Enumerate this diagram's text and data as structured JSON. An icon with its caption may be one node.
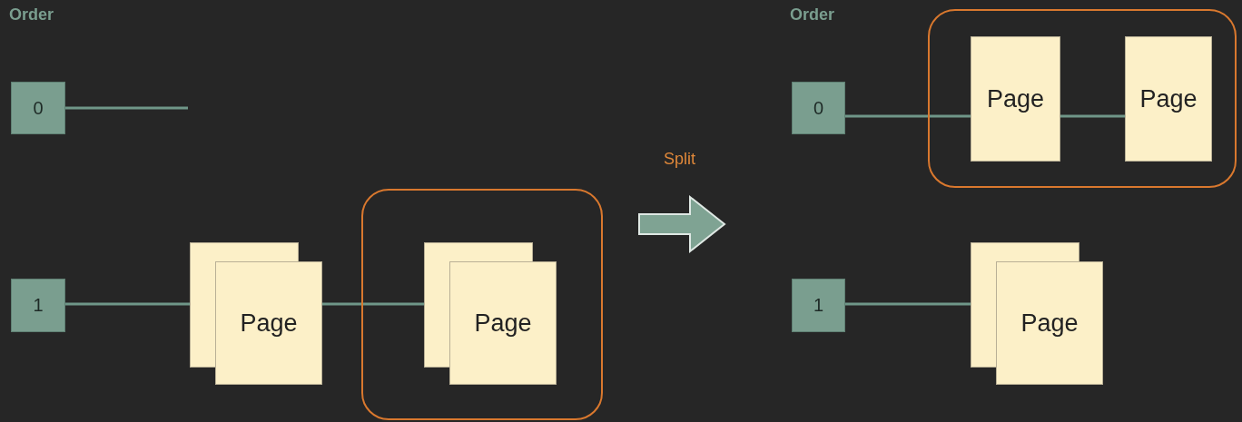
{
  "diagram": {
    "nodes": [
      {
        "text": [
          "0"
        ]
      },
      {
        "text": [
          "1"
        ]
      },
      {
        "text": [
          "Page"
        ]
      },
      {
        "text": [],
        "shape": "box"
      },
      {
        "text": [
          "Page"
        ],
        "in": 3
      },
      {
        "text": [
          "0"
        ]
      },
      {
        "text": [],
        "shape": "box"
      },
      {
        "text": [
          "Page"
        ],
        "in": 6
      },
      {
        "text": [
          "Page"
        ],
        "in": 6
      },
      {
        "text": [
          "1"
        ]
      },
      {
        "text": [
          "Page"
        ]
      }
    ],
    "edges": [
      {
        "from": 0,
        "to": null,
        "arrow": "none"
      },
      {
        "from": 1,
        "to": 2,
        "arrow": "none"
      },
      {
        "from": 2,
        "to": 4,
        "arrow": "none"
      },
      {
        "from": 5,
        "to": 7,
        "arrow": "none"
      },
      {
        "from": 7,
        "to": 8,
        "arrow": "none"
      },
      {
        "from": 9,
        "to": 10,
        "arrow": "none"
      }
    ],
    "labels": [
      "Order",
      "Split",
      "Order"
    ]
  }
}
